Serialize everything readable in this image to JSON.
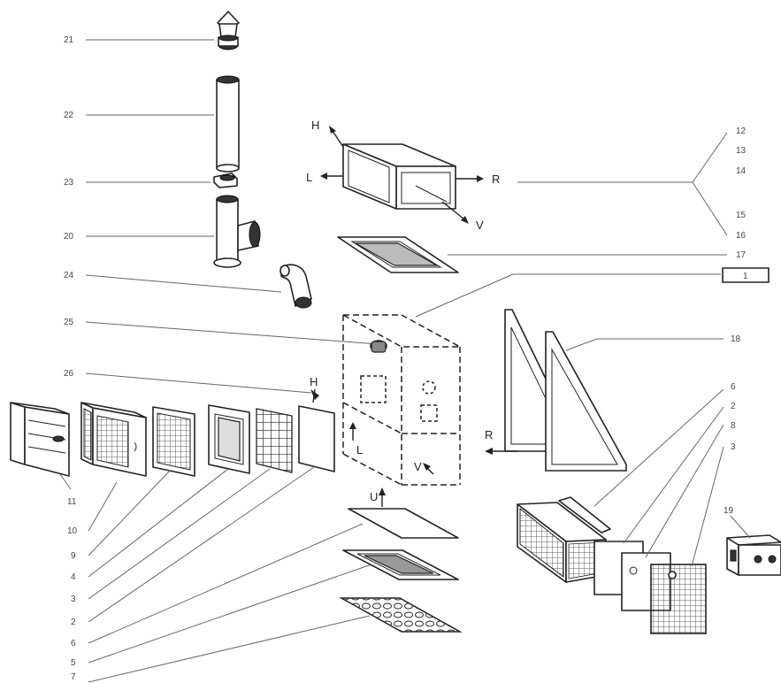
{
  "labels": {
    "n21": "21",
    "n22": "22",
    "n23": "23",
    "n20": "20",
    "n24": "24",
    "n25": "25",
    "n26": "26",
    "n12": "12",
    "n13": "13",
    "n14": "14",
    "n15": "15",
    "n16": "16",
    "n17": "17",
    "n1": "1",
    "n18": "18",
    "n6a": "6",
    "n2a": "2",
    "n8": "8",
    "n3a": "3",
    "n19": "19",
    "n11": "11",
    "n10": "10",
    "n9": "9",
    "n4": "4",
    "n3b": "3",
    "n2b": "2",
    "n6b": "6",
    "n5": "5",
    "n7": "7"
  },
  "directions": {
    "h_top": "H",
    "l_top": "L",
    "r_top": "R",
    "v_top": "V",
    "h_box": "H",
    "l_box": "L",
    "v_box": "V",
    "r_frame": "R",
    "u_plate": "U"
  }
}
